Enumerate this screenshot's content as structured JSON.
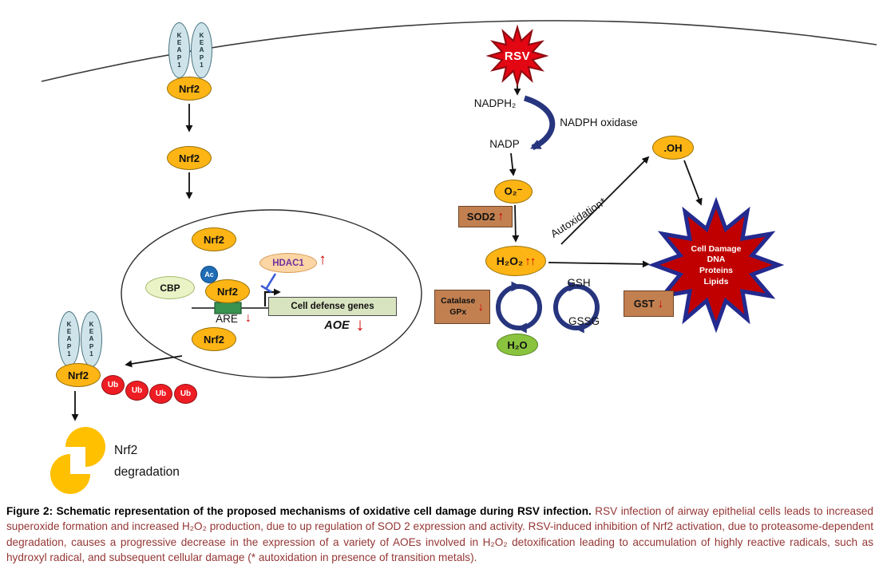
{
  "diagram": {
    "left": {
      "keap1_vertical": "K\nE\nA\nP\n1",
      "nrf2": "Nrf2",
      "hdac1": "HDAC1",
      "cbp": "CBP",
      "ac": "Ac",
      "cell_defense_genes": "Cell defense genes",
      "are": "ARE",
      "aoe": "AOE",
      "ub": "Ub",
      "degradation": "Nrf2\ndegradation"
    },
    "right": {
      "rsv": "RSV",
      "nadph2": "NADPH₂",
      "nadph_oxidase": "NADPH oxidase",
      "nadp": "NADP",
      "superoxide": "O₂⁻",
      "sod2": "SOD2",
      "h2o2": "H₂O₂",
      "autoxidation": "Autoxidation*",
      "hydroxyl_radical": ".OH",
      "cell_damage": "Cell Damage\nDNA\nProteins\nLipids",
      "gsh": "GSH",
      "gssg": "GSSG",
      "catalase_gpx": "Catalase\nGPx",
      "gst": "GST",
      "h2o": "H₂O"
    },
    "indicators": {
      "up": "↑",
      "double_up": "↑↑",
      "down": "↓"
    }
  },
  "caption": {
    "bold": "Figure 2: Schematic representation of the proposed mechanisms of oxidative cell damage during RSV infection.",
    "body": " RSV infection of airway epithelial cells leads to increased superoxide formation and increased H₂O₂ production, due to up regulation of SOD 2 expression and activity. RSV-induced inhibition of Nrf2 activation, due to proteasome-dependent degradation, causes a progressive decrease in the expression of a variety of AOEs involved in H₂O₂ detoxification leading to accumulation of highly reactive radicals, such as hydroxyl radical, and subsequent cellular damage (* autoxidation in presence of transition metals)."
  },
  "colors": {
    "nrf2_orange": "#fdb515",
    "keap1_blue": "#cfe4ea",
    "enzyme_brown": "#c28050",
    "rsv_red": "#e30613",
    "damage_red": "#c00000",
    "damage_border": "#232a8f",
    "cycle_blue": "#27357e",
    "indicator_red": "#d10000",
    "h2o_green": "#8ac43f",
    "ub_red": "#ee1d23",
    "degradation_gold": "#ffc000",
    "caption_maroon": "#943634"
  }
}
